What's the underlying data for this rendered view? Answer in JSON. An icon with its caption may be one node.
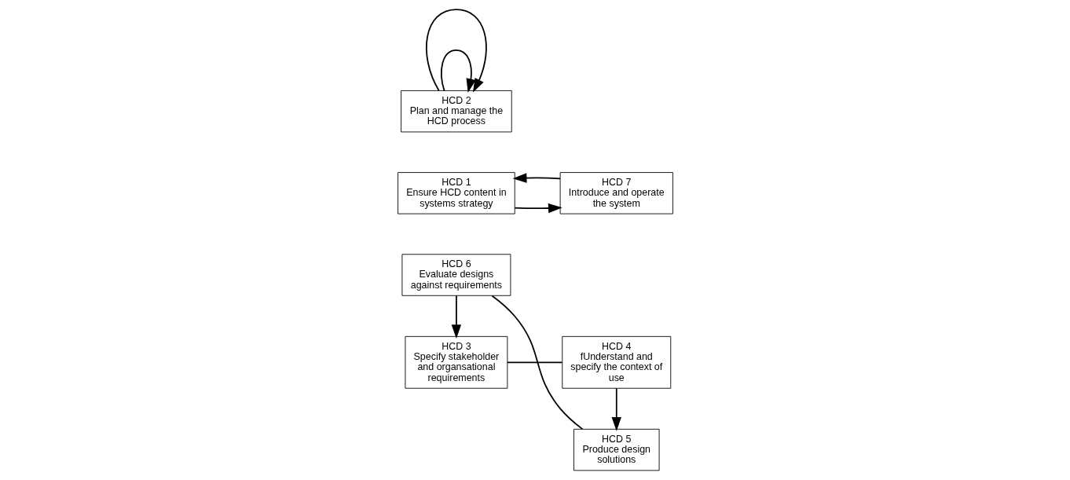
{
  "diagram": {
    "nodes": [
      {
        "text": [
          "HCD 3",
          "Specify stakeholder and organsational requirements"
        ]
      },
      {
        "text": [
          "HCD 4",
          "fUnderstand and specify the context of use"
        ]
      },
      {
        "text": [
          "HCD 1",
          "Ensure HCD content in systems strategy"
        ]
      },
      {
        "text": [
          "HCD 2",
          "Plan and manage the HCD process"
        ]
      },
      {
        "text": [
          "HCD 7",
          "Introduce and operate the system"
        ]
      },
      {
        "text": [
          "HCD 6",
          "Evaluate designs against requirements"
        ]
      },
      {
        "text": [
          "HCD 5",
          "Produce design solutions"
        ]
      }
    ],
    "edges": [
      {
        "from": 2,
        "to": 4,
        "arrow": "to"
      },
      {
        "from": 4,
        "to": 2,
        "arrow": "to"
      },
      {
        "from": 0,
        "to": 1,
        "arrow": "none"
      },
      {
        "from": 1,
        "to": 6,
        "arrow": "to"
      },
      {
        "from": 6,
        "to": 5,
        "arrow": "none"
      },
      {
        "from": 5,
        "to": 0,
        "arrow": "to"
      },
      {
        "from": 3,
        "to": 3,
        "arrow": "to"
      },
      {
        "from": 3,
        "to": 3,
        "arrow": "to"
      }
    ]
  }
}
